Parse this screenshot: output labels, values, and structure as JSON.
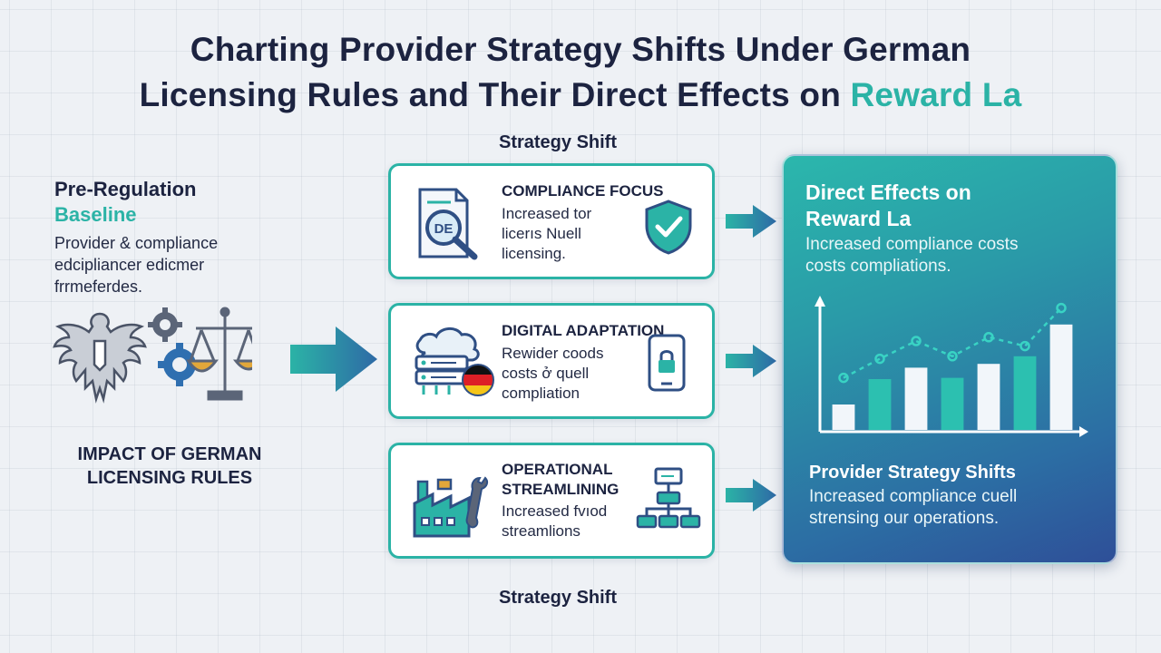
{
  "title": {
    "line1": "Charting Provider Strategy Shifts Under German",
    "line2_main": "Licensing Rules and Their Direct Effects on ",
    "line2_accent": "Reward La"
  },
  "strategy_label_top": "Strategy Shift",
  "strategy_label_bottom": "Strategy Shift",
  "left": {
    "heading_line1": "Pre-Regulation",
    "heading_line2": "Baseline",
    "desc_line1": "Provider & compliance",
    "desc_line2": "edcipliancer edicmer",
    "desc_line3": "frrmeferdes.",
    "impact_line1": "IMPACT OF GERMAN",
    "impact_line2": "LICENSING RULES"
  },
  "cards": [
    {
      "title": "COMPLIANCE FOCUS",
      "desc_line1": "Increased tor",
      "desc_line2": "licerıs Nuell",
      "desc_line3": "licensing.",
      "icon_left": "document-search-icon",
      "icon_left_text": "DE",
      "icon_right": "shield-check-icon"
    },
    {
      "title": "DIGITAL ADAPTATION",
      "desc_line1": "Rewider coods",
      "desc_line2": "costs ở quell",
      "desc_line3": "compliation",
      "icon_left": "cloud-server-icon",
      "icon_right": "phone-lock-icon"
    },
    {
      "title_line1": "OPERATIONAL",
      "title_line2": "STREAMLINING",
      "desc_line1": "Increased fvıod",
      "desc_line2": "streamlions",
      "icon_left": "factory-wrench-icon",
      "icon_right": "flowchart-icon"
    }
  ],
  "panel": {
    "title_line1": "Direct Effects on",
    "title_line2": "Reward La",
    "desc_line1": "Increased compliance costs",
    "desc_line2": "costs compliations.",
    "bottom_title": "Provider Strategy Shifts",
    "bottom_desc_line1": "Increased compliance cuell",
    "bottom_desc_line2": "strensing our operations."
  },
  "chart_data": {
    "type": "bar",
    "series": [
      {
        "kind": "bar",
        "values": [
          2,
          4,
          4.9,
          4.1,
          5.2,
          5.8,
          8.3
        ]
      },
      {
        "kind": "line",
        "values": [
          4.1,
          5.6,
          7.0,
          5.8,
          7.3,
          6.6,
          9.6
        ]
      }
    ],
    "ylim": [
      0,
      10
    ],
    "colors": {
      "bar_light": "#f2f6fa",
      "bar_accent": "#2cc0b0",
      "line": "#39d3c4",
      "axis": "#ffffff"
    }
  },
  "colors": {
    "accent": "#2bb3a6",
    "navy": "#1c2340",
    "panel_start": "#2bb7ac",
    "panel_end": "#2e4f98"
  }
}
